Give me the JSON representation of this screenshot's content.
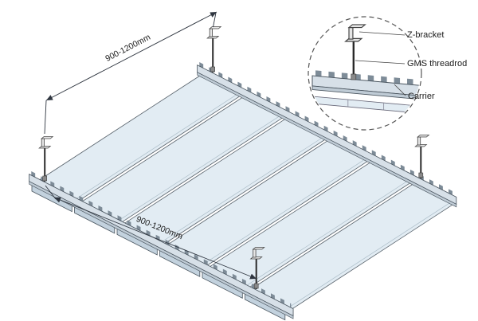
{
  "diagram": {
    "dim_top": "900-1200mm",
    "dim_side": "900-1200mm"
  },
  "detail": {
    "z_bracket": "Z-bracket",
    "thread_rod": "GMS threadrod",
    "carrier": "Carrier"
  },
  "colors": {
    "panel": "#e2ecf3",
    "panel_end": "#c3d2de",
    "carrier_metal": "#d7e0e8",
    "carrier_flange": "#bfcbd5",
    "line": "#3f4750"
  }
}
